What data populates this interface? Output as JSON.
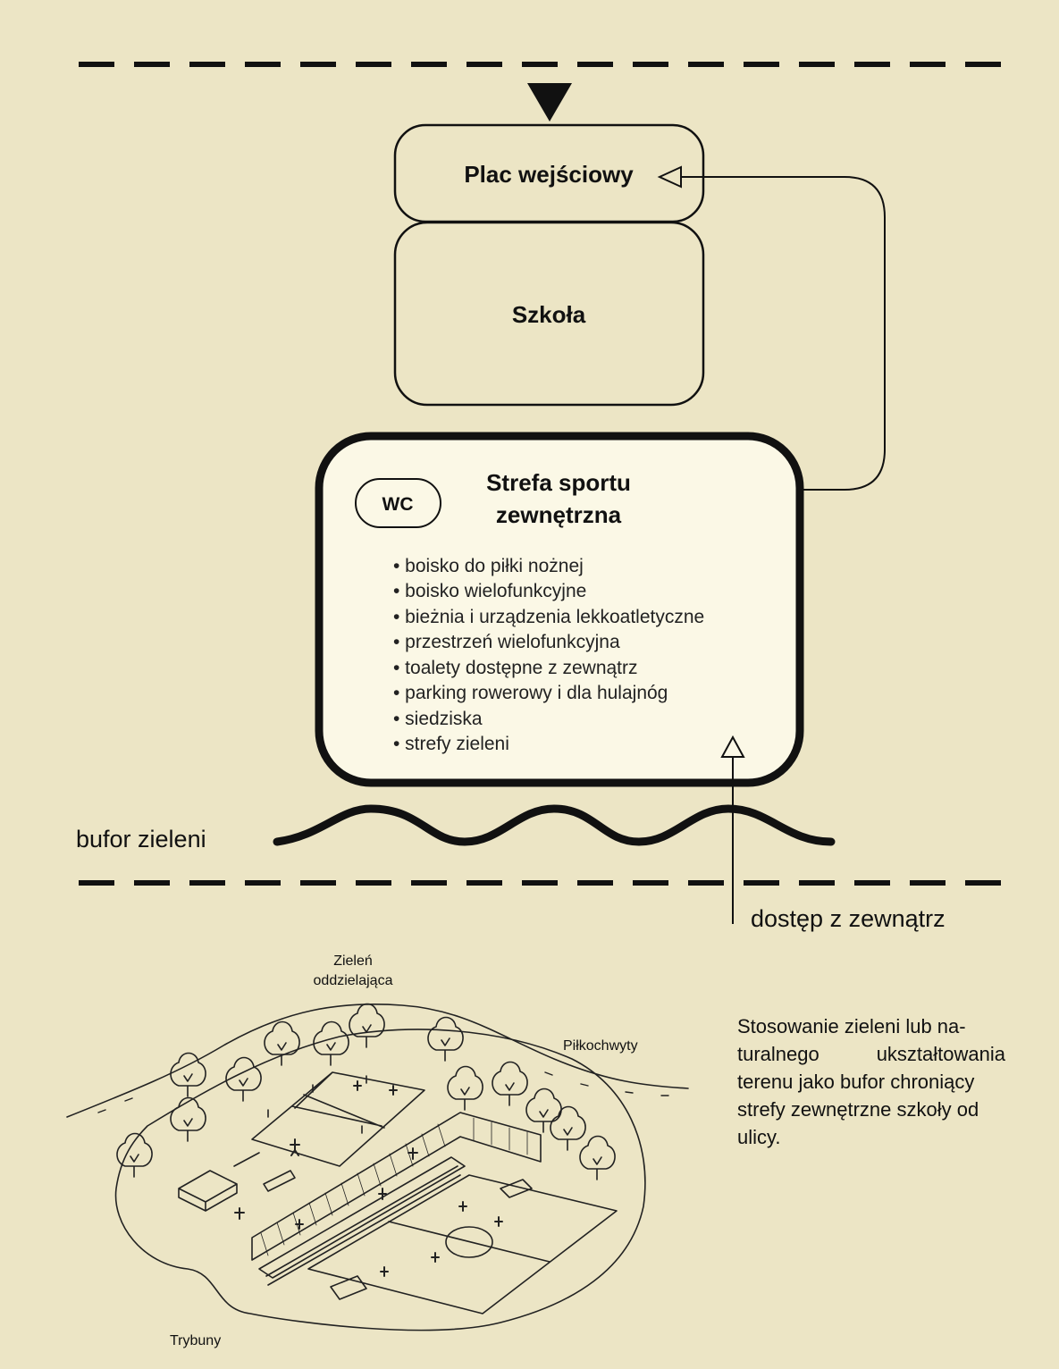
{
  "diagram": {
    "entrance_plaza": "Plac wejściowy",
    "school": "Szkoła",
    "sport_zone_title_line1": "Strefa sportu",
    "sport_zone_title_line2": "zewnętrzna",
    "wc_label": "WC",
    "sport_zone_items": [
      "• boisko do piłki nożnej",
      "• boisko wielofunkcyjne",
      "• bieżnia i urządzenia lekkoatletyczne",
      "• przestrzeń wielofunkcyjna",
      "• toalety dostępne z zewnątrz",
      "• parking rowerowy i dla hulajnóg",
      "• siedziska",
      "• strefy zieleni"
    ],
    "green_buffer_label": "bufor zieleni",
    "external_access_label": "dostęp z zewnątrz"
  },
  "illustration": {
    "label_green_line1": "Zieleń",
    "label_green_line2": "oddzielająca",
    "label_ball_nets": "Piłkochwyty",
    "label_stands": "Trybuny"
  },
  "description": {
    "lines": [
      "Stosowanie zieleni lub na-",
      "turalnego ukształtowania",
      "terenu jako bufor chroniący",
      "strefy zewnętrzne szkoły od",
      "ulicy."
    ]
  },
  "colors": {
    "background": "#ece5c5",
    "panel": "#fbf8e6",
    "ink": "#111111"
  }
}
